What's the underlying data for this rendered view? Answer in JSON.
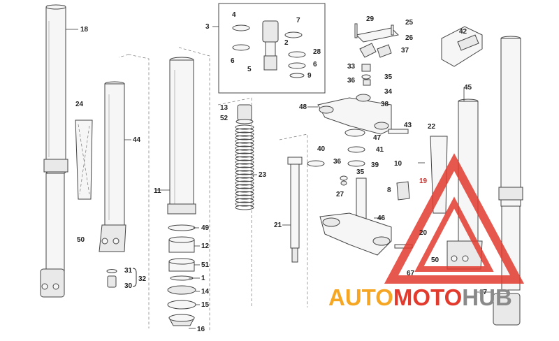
{
  "labels": {
    "l1": "1",
    "l2": "2",
    "l3": "3",
    "l4": "4",
    "l5": "5",
    "l6a": "6",
    "l6b": "6",
    "l7": "7",
    "l8": "8",
    "l9": "9",
    "l10": "10",
    "l11": "11",
    "l12": "12",
    "l13": "13",
    "l14": "14",
    "l15": "15",
    "l16": "16",
    "l17": "17",
    "l18": "18",
    "l19": "19",
    "l20": "20",
    "l21": "21",
    "l22": "22",
    "l23": "23",
    "l24": "24",
    "l25": "25",
    "l26": "26",
    "l27": "27",
    "l28": "28",
    "l29": "29",
    "l30": "30",
    "l31": "31",
    "l32": "32",
    "l33": "33",
    "l34": "34",
    "l35a": "35",
    "l35b": "35",
    "l36a": "36",
    "l36b": "36",
    "l37": "37",
    "l38": "38",
    "l39": "39",
    "l40": "40",
    "l41": "41",
    "l42": "42",
    "l43": "43",
    "l44": "44",
    "l45": "45",
    "l46": "46",
    "l47": "47",
    "l48": "48",
    "l49": "49",
    "l50a": "50",
    "l50b": "50",
    "l51": "51",
    "l52": "52",
    "l67": "67"
  },
  "watermark": {
    "part1": "AUTO",
    "part2": "MOTO",
    "part3": "HUB",
    "color_red": "#e23b2e",
    "color_orange": "#f5a623",
    "color_gray": "#8a8a8a"
  }
}
